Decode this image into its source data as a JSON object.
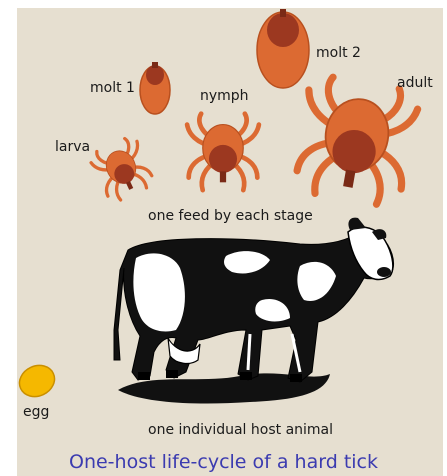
{
  "labels": {
    "larva": "larva",
    "molt1": "molt 1",
    "nymph": "nymph",
    "molt2": "molt 2",
    "adult": "adult",
    "feed_note": "one feed by each stage",
    "egg": "egg",
    "host_note": "one individual host animal"
  },
  "caption": "One-host life-cycle of a hard tick",
  "colors": {
    "background": "#e6dfd0",
    "tick_body": "#dc6a32",
    "tick_shield": "#9c3820",
    "egg": "#f5b800",
    "caption": "#3b3bb0"
  }
}
